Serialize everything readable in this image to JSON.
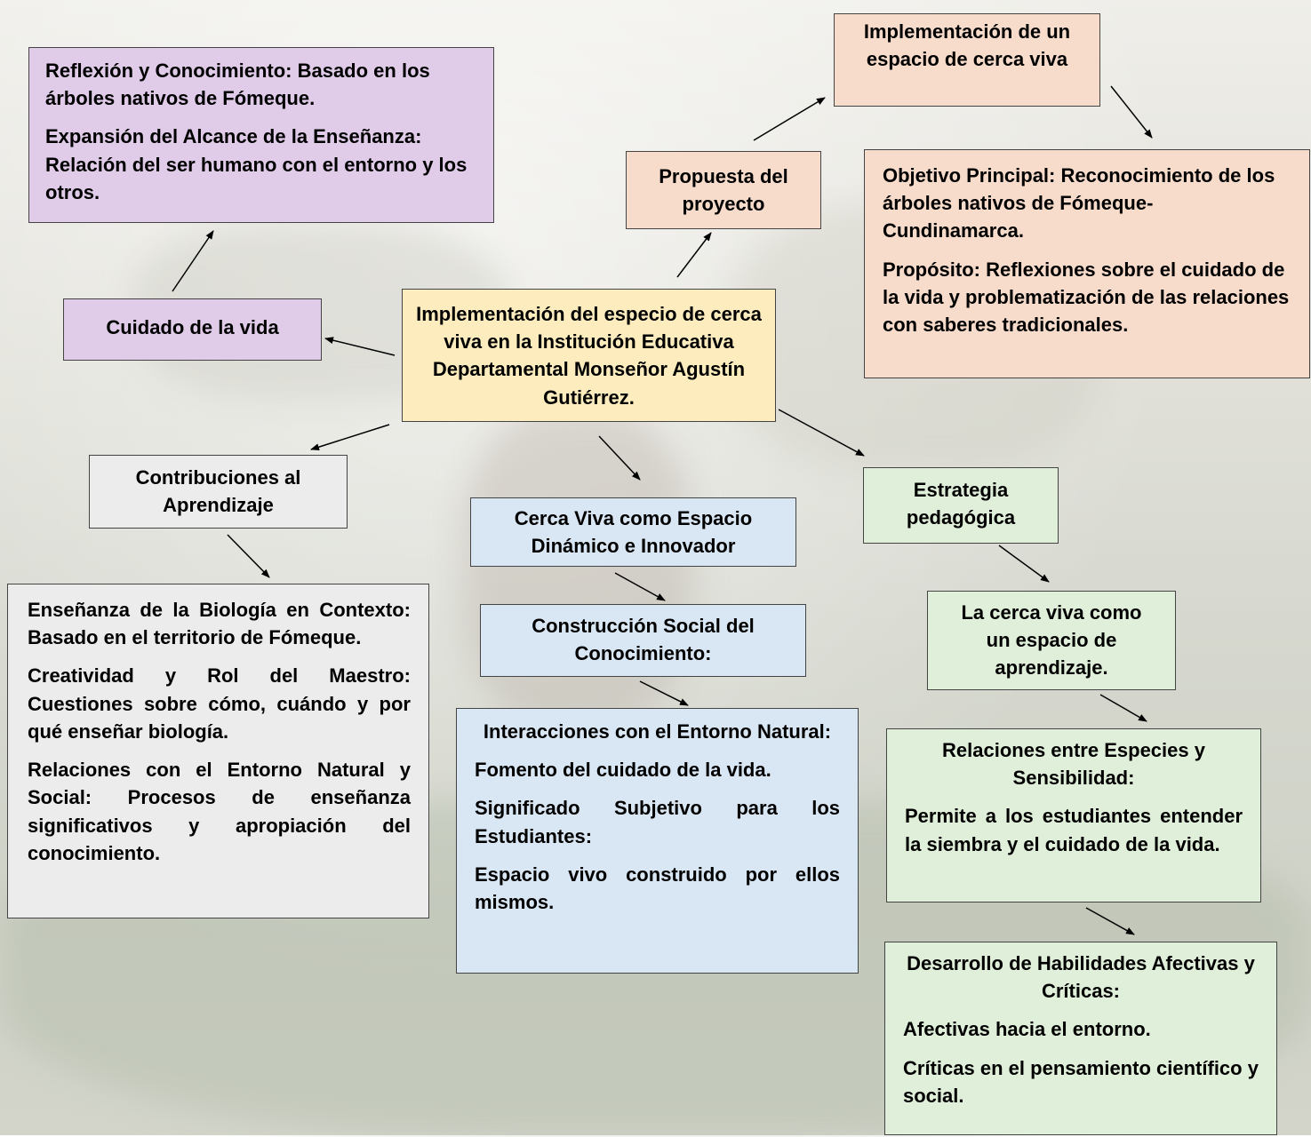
{
  "center": "Implementación del especio de cerca viva en la Institución Educativa Departamental Monseñor Agustín Gutiérrez.",
  "cuidado": "Cuidado de la vida",
  "reflexion": {
    "p1": "Reflexión y Conocimiento: Basado en los árboles nativos de Fómeque.",
    "p2": "Expansión del Alcance de la Enseñanza: Relación del ser humano con el entorno y los otros."
  },
  "propuesta": "Propuesta del proyecto",
  "implementacion": "Implementación de un espacio de cerca viva",
  "objetivo": {
    "p1": "Objetivo Principal: Reconocimiento de los árboles nativos de Fómeque-Cundinamarca.",
    "p2": "Propósito: Reflexiones sobre el cuidado de la vida y problematización de las relaciones con saberes tradicionales."
  },
  "contribuciones": "Contribuciones al Aprendizaje",
  "ensenanza": {
    "p1": "Enseñanza de la Biología en Contexto: Basado en el territorio de Fómeque.",
    "p2": "Creatividad y Rol del Maestro: Cuestiones sobre cómo, cuándo y por qué enseñar biología.",
    "p3": "Relaciones con el Entorno Natural y Social: Procesos de enseñanza significativos y apropiación del conocimiento."
  },
  "cerca_viva": "Cerca Viva como Espacio Dinámico e Innovador",
  "construccion": "Construcción Social del Conocimiento:",
  "interacciones": {
    "title": "Interacciones con el Entorno Natural:",
    "p1": "Fomento del cuidado de la vida.",
    "p2": "Significado Subjetivo para los Estudiantes:",
    "p3": "Espacio vivo construido por ellos mismos."
  },
  "estrategia": "Estrategia pedagógica",
  "cerca_espacio": "La cerca viva como un espacio de aprendizaje.",
  "relaciones": {
    "title": "Relaciones entre Especies y Sensibilidad:",
    "p1": "Permite a los estudiantes entender la siembra y el cuidado de la vida."
  },
  "desarrollo": {
    "title": "Desarrollo de Habilidades Afectivas y Críticas:",
    "p1": "Afectivas hacia el entorno.",
    "p2": "Críticas en el pensamiento científico y social."
  },
  "colors": {
    "purple": "#e0cbe9",
    "peach": "#f8dccb",
    "yellow": "#fdecbd",
    "gray": "#ececec",
    "blue": "#d9e6f3",
    "green": "#e0efd9"
  }
}
